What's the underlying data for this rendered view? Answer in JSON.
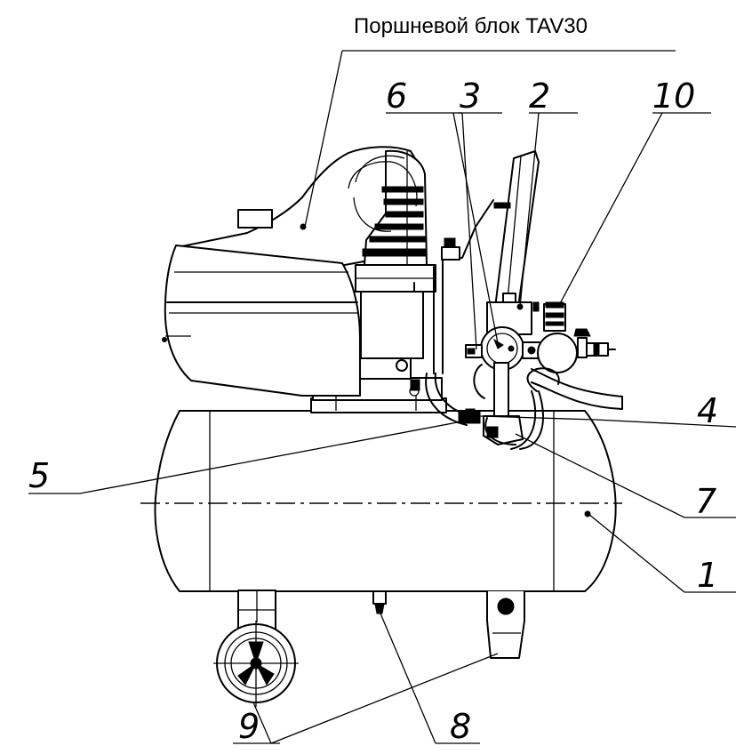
{
  "caption": "Поршневой блок TAV30",
  "callouts": [
    {
      "id": "c1",
      "label": "1"
    },
    {
      "id": "c2",
      "label": "2"
    },
    {
      "id": "c3",
      "label": "3"
    },
    {
      "id": "c4",
      "label": "4"
    },
    {
      "id": "c5",
      "label": "5"
    },
    {
      "id": "c6",
      "label": "6"
    },
    {
      "id": "c7",
      "label": "7"
    },
    {
      "id": "c8",
      "label": "8"
    },
    {
      "id": "c9",
      "label": "9"
    },
    {
      "id": "c10",
      "label": "10"
    }
  ]
}
